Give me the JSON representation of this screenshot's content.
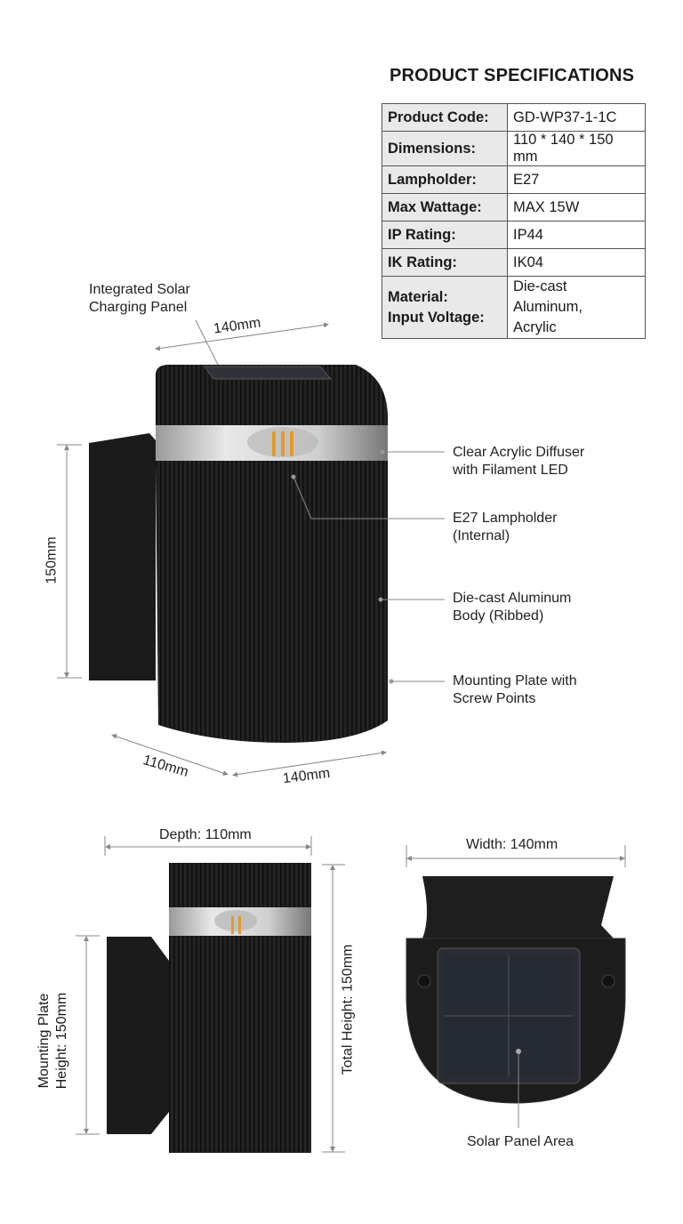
{
  "specs": {
    "title": "PRODUCT SPECIFICATIONS",
    "rows": [
      {
        "key": "Product Code:",
        "value": "GD-WP37-1-1C"
      },
      {
        "key": "Dimensions:",
        "value": "110 * 140 * 150 mm"
      },
      {
        "key": "Lampholder:",
        "value": "E27"
      },
      {
        "key": "Max Wattage:",
        "value": "MAX 15W"
      },
      {
        "key": "IP Rating:",
        "value": "IP44"
      },
      {
        "key": "IK Rating:",
        "value": "IK04"
      }
    ],
    "last_row": {
      "key1": "Material:",
      "key2": "Input Voltage:",
      "value1": "Die-cast Aluminum,",
      "value2": "Acrylic"
    }
  },
  "main_view": {
    "solar_label_1": "Integrated Solar",
    "solar_label_2": "Charging Panel",
    "dim_top": "140mm",
    "dim_height": "150mm",
    "dim_depth": "110mm",
    "dim_width": "140mm",
    "callouts": [
      {
        "line1": "Clear Acrylic Diffuser",
        "line2": "with Filament LED"
      },
      {
        "line1": "E27 Lampholder",
        "line2": "(Internal)"
      },
      {
        "line1": "Die-cast Aluminum",
        "line2": "Body (Ribbed)"
      },
      {
        "line1": "Mounting Plate with",
        "line2": "Screw Points"
      }
    ]
  },
  "side_view": {
    "depth": "Depth: 110mm",
    "plate_height_1": "Mounting Plate",
    "plate_height_2": "Height: 150mm",
    "total_height": "Total Height: 150mm"
  },
  "top_view": {
    "width": "Width: 140mm",
    "solar_area": "Solar Panel Area"
  }
}
